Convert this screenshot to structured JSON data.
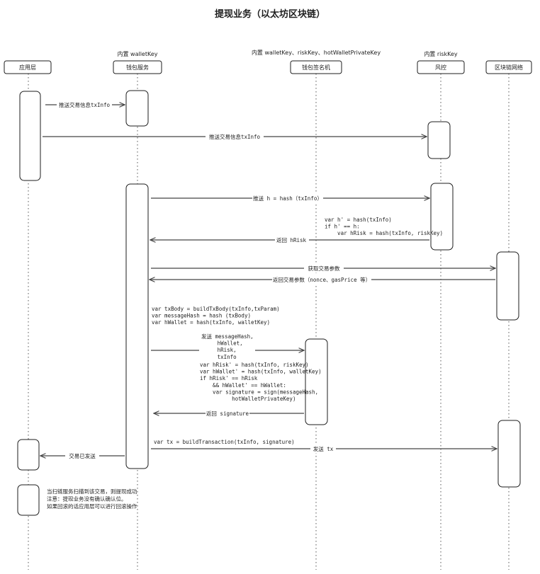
{
  "title": "提现业务（以太坊区块链）",
  "participants": [
    {
      "id": "app",
      "name": "应用层",
      "note": ""
    },
    {
      "id": "wallet",
      "name": "钱包服务",
      "note": "内置 walletKey"
    },
    {
      "id": "signer",
      "name": "钱包签名机",
      "note": "内置 walletKey、riskKey、hotWalletPrivateKey"
    },
    {
      "id": "risk",
      "name": "风控",
      "note": "内置 riskKey"
    },
    {
      "id": "chain",
      "name": "区块链网络",
      "note": ""
    }
  ],
  "messages": [
    {
      "id": "m1",
      "text": "推送交易信息txInfo"
    },
    {
      "id": "m2",
      "text": "推送交易信息txInfo"
    },
    {
      "id": "m3",
      "text": "推送 h = hash（txInfo）"
    },
    {
      "id": "m4",
      "text": "返回 hRisk"
    },
    {
      "id": "m5",
      "text": "获取交易参数"
    },
    {
      "id": "m6",
      "text": "返回交易参数（nonce、gasPrice 等）"
    },
    {
      "id": "m7",
      "text": "发送 messageHash,\n     hWallet,\n     hRisk,\n     txInfo"
    },
    {
      "id": "m8",
      "text": "返回 signature"
    },
    {
      "id": "m9",
      "text": "发送 tx"
    },
    {
      "id": "m10",
      "text": "交易已发送"
    }
  ],
  "notes": [
    {
      "id": "n_risk",
      "text": "var h' = hash(txInfo)\nif h' == h:\n    var hRisk = hash(txInfo, riskKey)"
    },
    {
      "id": "n_body",
      "text": "var txBody = buildTxBody(txInfo,txParam)\nvar messageHash = hash (txBody)\nvar hWallet = hash(txInfo, walletKey)"
    },
    {
      "id": "n_sign",
      "text": "var hRisk' = hash(txInfo, riskKey)\nvar hWallet' = hash(txInfo, walletKey)\nif hRisk' == hRisk\n    && hWallet' == hWallet:\n    var signature = sign(messageHash,\n          hotWalletPrivateKey)"
    },
    {
      "id": "n_tx",
      "text": "var tx = buildTransaction(txInfo, signature)"
    },
    {
      "id": "n_app",
      "text": "当扫链服务扫描到该交易，则提现成功\n注意：提现业务没有确认确认位。\n如果回滚的话应用层可以进行回滚操作"
    }
  ]
}
